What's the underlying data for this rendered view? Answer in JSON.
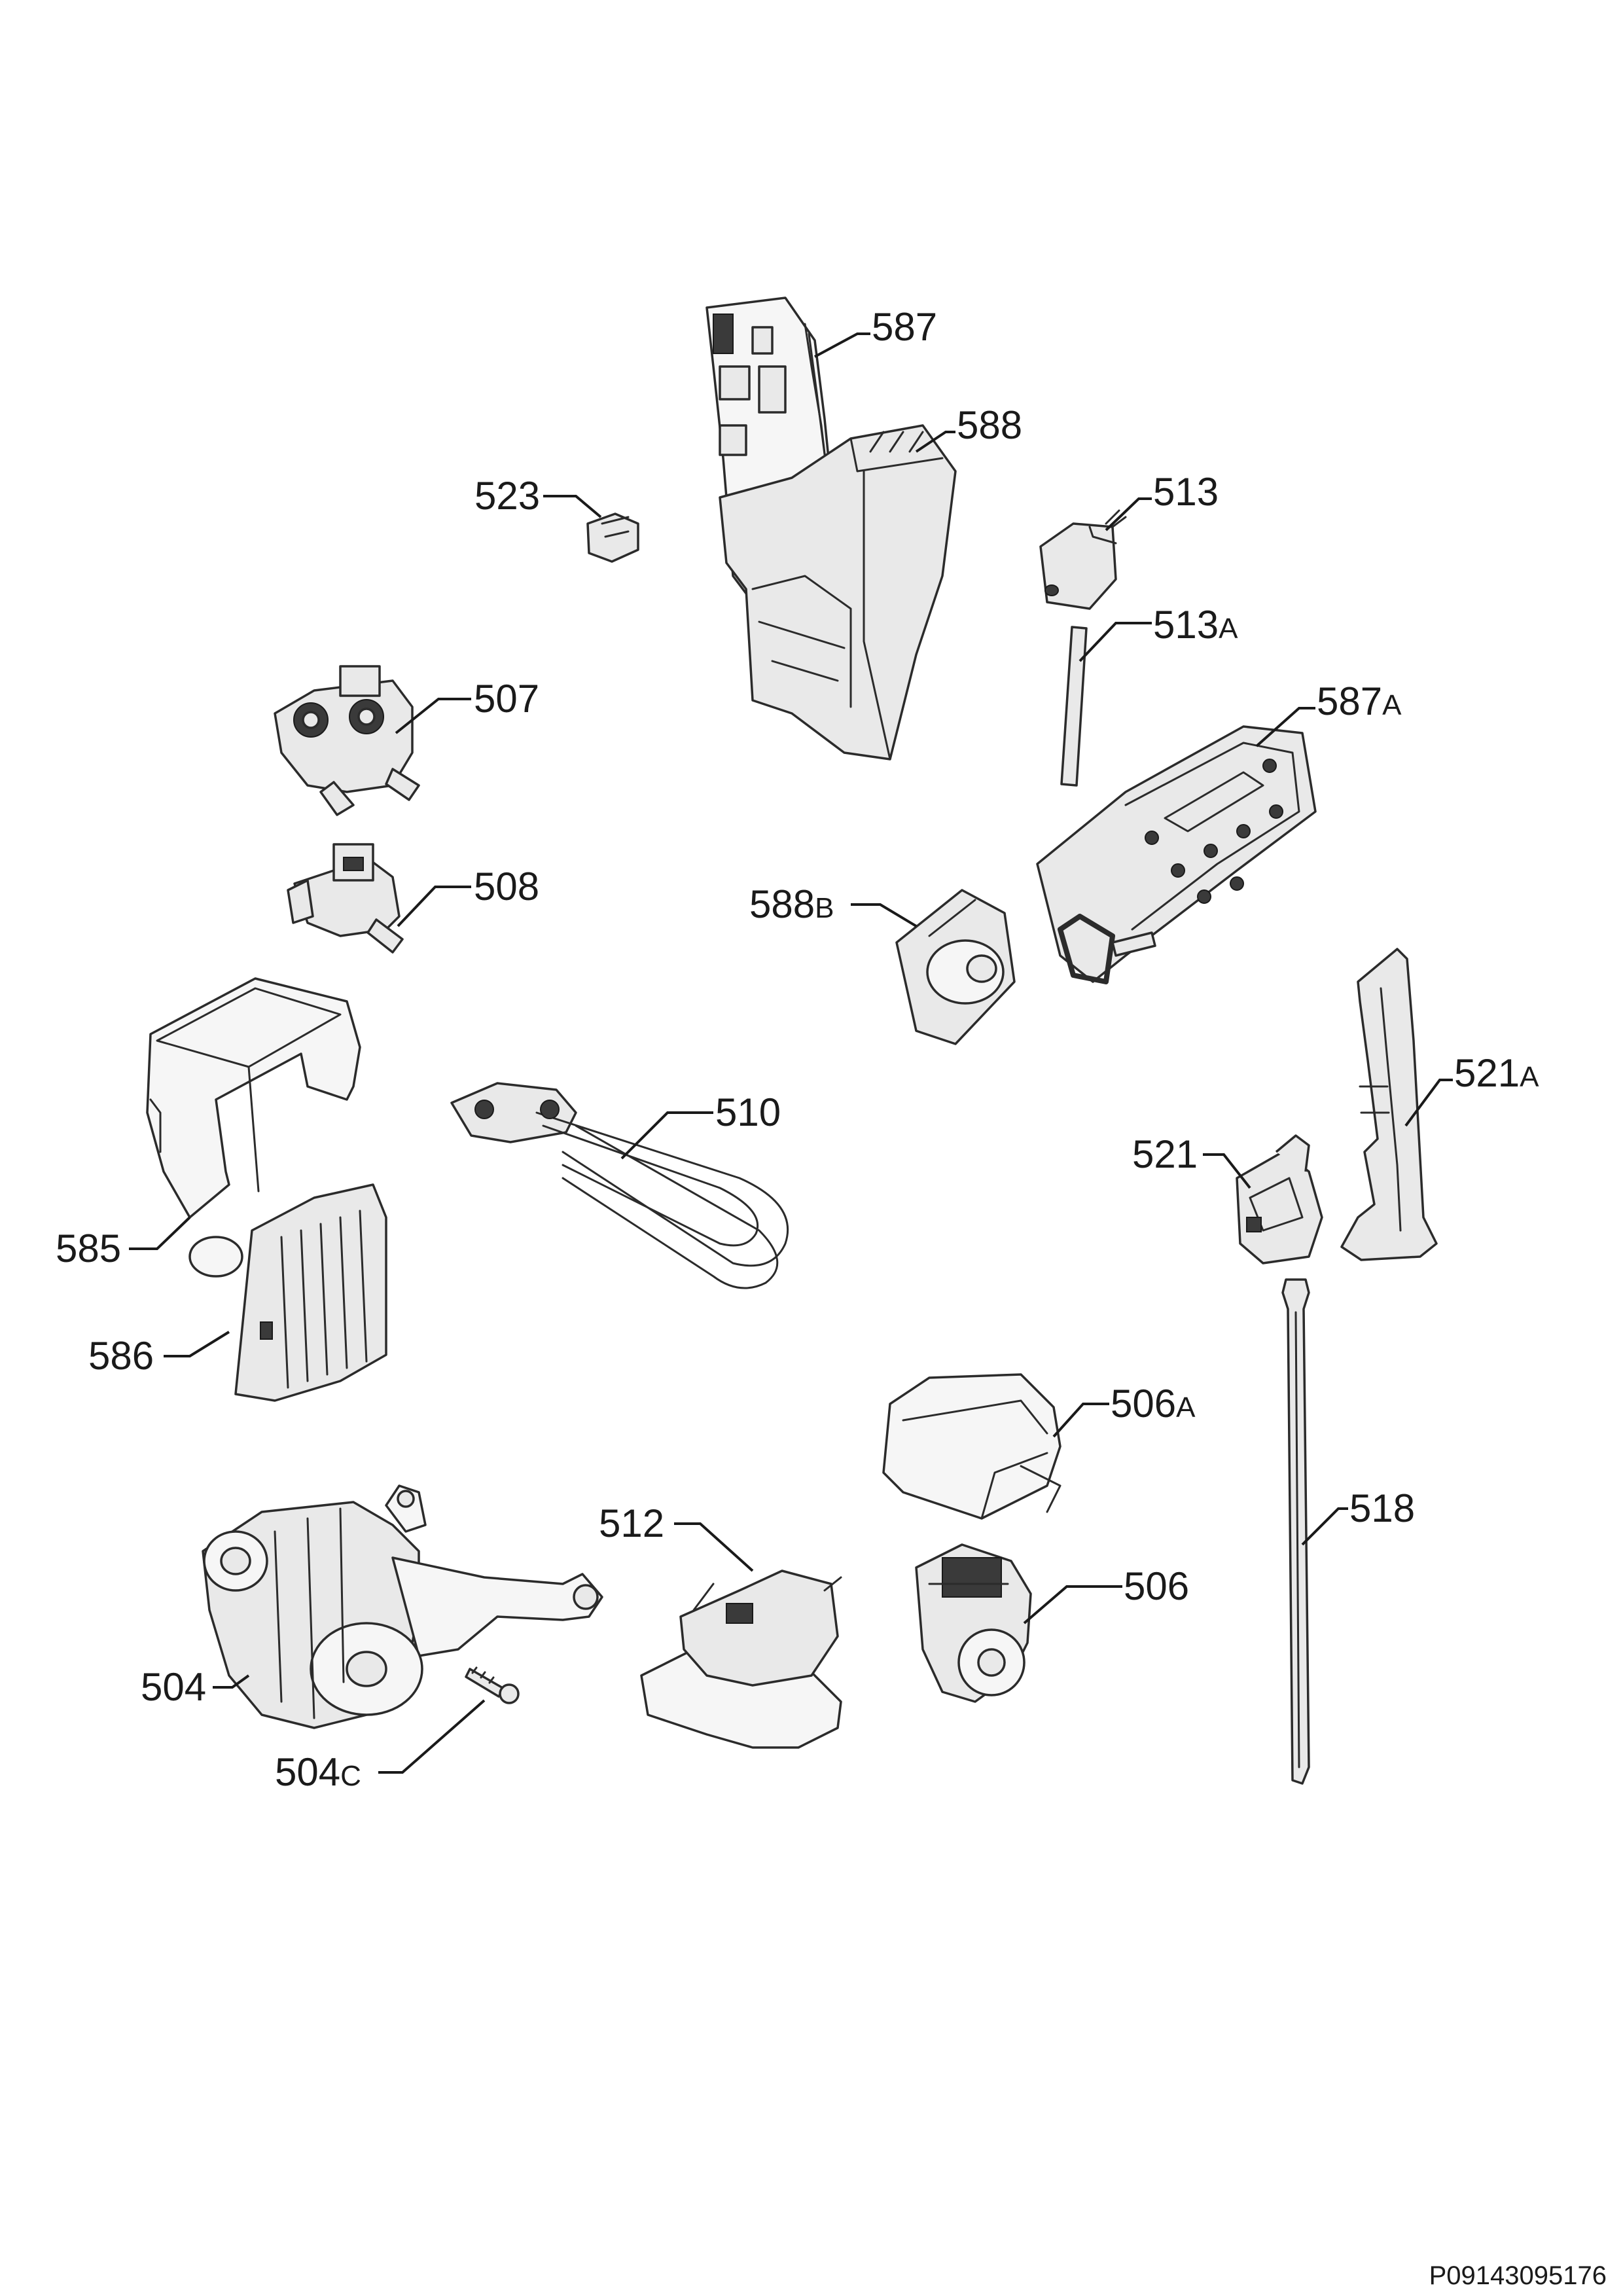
{
  "document_id": "P09143095176",
  "callouts": [
    {
      "id": "587",
      "label": "587"
    },
    {
      "id": "588",
      "label": "588"
    },
    {
      "id": "523",
      "label": "523"
    },
    {
      "id": "513",
      "label": "513"
    },
    {
      "id": "513A",
      "label": "513",
      "suffix": "A"
    },
    {
      "id": "507",
      "label": "507"
    },
    {
      "id": "587A",
      "label": "587",
      "suffix": "A"
    },
    {
      "id": "508",
      "label": "508"
    },
    {
      "id": "588B",
      "label": "588",
      "suffix": "B"
    },
    {
      "id": "521A",
      "label": "521",
      "suffix": "A"
    },
    {
      "id": "510",
      "label": "510"
    },
    {
      "id": "521",
      "label": "521"
    },
    {
      "id": "585",
      "label": "585"
    },
    {
      "id": "586",
      "label": "586"
    },
    {
      "id": "506A",
      "label": "506",
      "suffix": "A"
    },
    {
      "id": "518",
      "label": "518"
    },
    {
      "id": "512",
      "label": "512"
    },
    {
      "id": "506",
      "label": "506"
    },
    {
      "id": "504",
      "label": "504"
    },
    {
      "id": "504C",
      "label": "504",
      "suffix": "C"
    }
  ]
}
